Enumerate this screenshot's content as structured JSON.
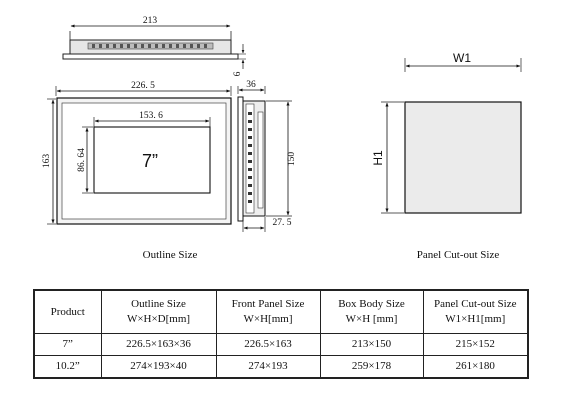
{
  "outline": {
    "top_width_label": "213",
    "depth_gap_label": "6",
    "front_width_label": "226. 5",
    "front_height_label": "163",
    "screen_width_label": "153. 6",
    "screen_height_label": "86. 64",
    "screen_size_label": "7”",
    "side_depth_label": "36",
    "side_height_label": "150",
    "side_bottom_label": "27. 5",
    "caption": "Outline Size"
  },
  "cutout": {
    "width_label": "W1",
    "height_label": "H1",
    "caption": "Panel Cut-out Size"
  },
  "table": {
    "header": {
      "product": "Product",
      "outline_title": "Outline Size",
      "outline_unit": "W×H×D[mm]",
      "front_title": "Front Panel Size",
      "front_unit": "W×H[mm]",
      "box_title": "Box Body Size",
      "box_unit": "W×H [mm]",
      "cutout_title": "Panel Cut-out Size",
      "cutout_unit": "W1×H1[mm]"
    },
    "rows": [
      {
        "product": "7”",
        "outline": "226.5×163×36",
        "front": "226.5×163",
        "box": "213×150",
        "cutout": "215×152"
      },
      {
        "product": "10.2”",
        "outline": "274×193×40",
        "front": "274×193",
        "box": "259×178",
        "cutout": "261×180"
      }
    ]
  }
}
